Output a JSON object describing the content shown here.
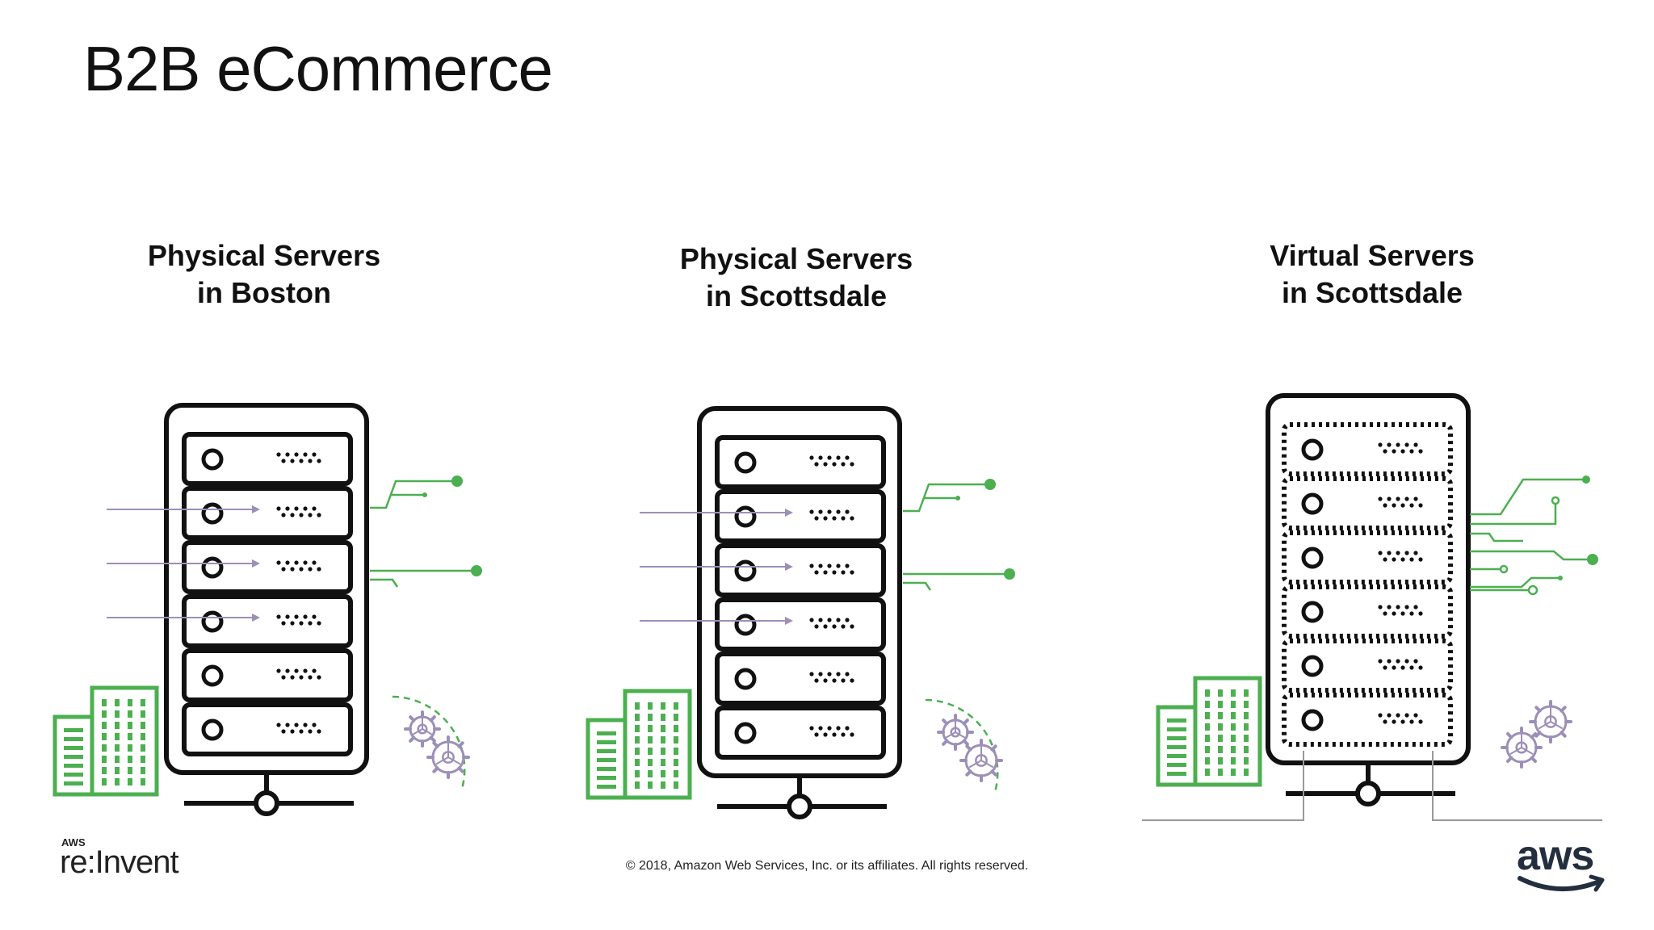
{
  "title": "B2B eCommerce",
  "panels": [
    {
      "line1": "Physical Servers",
      "line2": "in Boston",
      "type": "physical"
    },
    {
      "line1": "Physical Servers",
      "line2": "in Scottsdale",
      "type": "physical"
    },
    {
      "line1": "Virtual Servers",
      "line2": "in Scottsdale",
      "type": "virtual"
    }
  ],
  "footer": {
    "copyright": "© 2018, Amazon Web Services, Inc. or its affiliates. All rights reserved.",
    "reinvent_small": "AWS",
    "reinvent_main": "re:Invent",
    "aws_logo": "aws"
  },
  "colors": {
    "ink": "#111111",
    "green": "#4caf50",
    "arrow": "#9c8fb8",
    "gear": "#9c8fb8",
    "line_gray": "#999999"
  },
  "icons": [
    "server-rack-icon",
    "building-icon",
    "gear-icon",
    "circuit-lines-icon",
    "network-node-icon"
  ]
}
